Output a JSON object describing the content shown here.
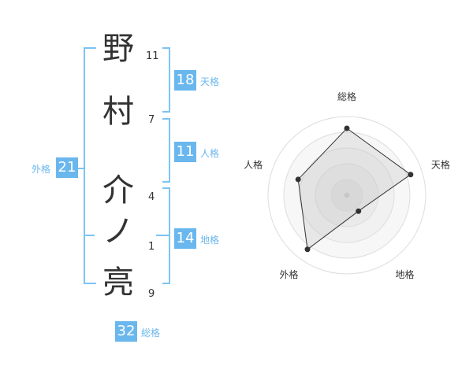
{
  "name": {
    "characters": [
      {
        "char": "野",
        "strokes": "11"
      },
      {
        "char": "村",
        "strokes": "7"
      },
      {
        "char": "介",
        "strokes": "4"
      },
      {
        "char": "ノ",
        "strokes": "1"
      },
      {
        "char": "亮",
        "strokes": "9"
      }
    ]
  },
  "kaku": {
    "tenkaku": {
      "value": "18",
      "label": "天格"
    },
    "jinkaku": {
      "value": "11",
      "label": "人格"
    },
    "chikaku": {
      "value": "14",
      "label": "地格"
    },
    "gaikaku": {
      "value": "21",
      "label": "外格"
    },
    "soukaku": {
      "value": "32",
      "label": "総格"
    }
  },
  "colors": {
    "accent": "#6ab7ee",
    "text": "#333333"
  },
  "chart_data": {
    "type": "radar",
    "axes": [
      "総格",
      "天格",
      "地格",
      "外格",
      "人格"
    ],
    "values": [
      0.85,
      0.85,
      0.25,
      0.85,
      0.65
    ],
    "range": [
      0,
      1
    ],
    "rings": 5
  }
}
